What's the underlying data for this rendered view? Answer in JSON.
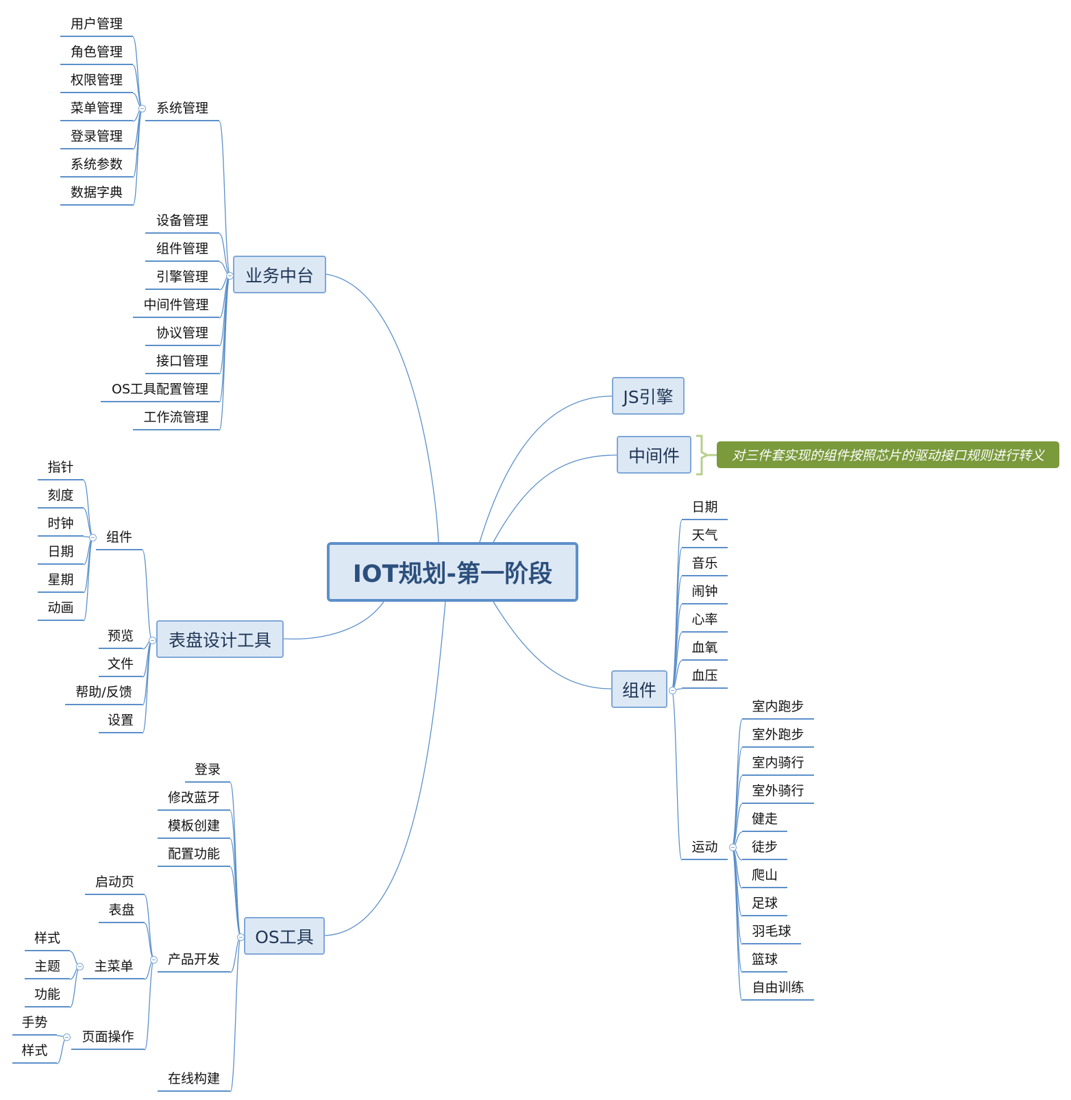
{
  "central_topic": "IOT规划-第一阶段",
  "branches": {
    "business": {
      "label": "业务中台",
      "system": {
        "label": "系统管理",
        "children": [
          "用户管理",
          "角色管理",
          "权限管理",
          "菜单管理",
          "登录管理",
          "系统参数",
          "数据字典"
        ]
      },
      "children": [
        "设备管理",
        "组件管理",
        "引擎管理",
        "中间件管理",
        "协议管理",
        "接口管理",
        "OS工具配置管理",
        "工作流管理"
      ]
    },
    "watchface": {
      "label": "表盘设计工具",
      "components": {
        "label": "组件",
        "children": [
          "指针",
          "刻度",
          "时钟",
          "日期",
          "星期",
          "动画"
        ]
      },
      "children": [
        "预览",
        "文件",
        "帮助/反馈",
        "设置"
      ]
    },
    "os_tools": {
      "label": "OS工具",
      "children": [
        "登录",
        "修改蓝牙",
        "模板创建",
        "配置功能",
        "在线构建"
      ],
      "product_dev": {
        "label": "产品开发",
        "children": [
          "启动页",
          "表盘"
        ],
        "main_menu": {
          "label": "主菜单",
          "children": [
            "样式",
            "主题",
            "功能"
          ]
        },
        "page_ops": {
          "label": "页面操作",
          "children": [
            "手势",
            "样式"
          ]
        }
      }
    },
    "js_engine": {
      "label": "JS引擎"
    },
    "middleware": {
      "label": "中间件",
      "note": "对三件套实现的组件按照芯片的驱动接口规则进行转义"
    },
    "components": {
      "label": "组件",
      "children": [
        "日期",
        "天气",
        "音乐",
        "闹钟",
        "心率",
        "血氧",
        "血压"
      ],
      "sports": {
        "label": "运动",
        "children": [
          "室内跑步",
          "室外跑步",
          "室内骑行",
          "室外骑行",
          "健走",
          "徒步",
          "爬山",
          "足球",
          "羽毛球",
          "篮球",
          "自由训练"
        ]
      }
    }
  },
  "colors": {
    "line": "#5b8fc9",
    "topic_fill": "#dde8f5",
    "topic_border": "#7da6d6",
    "central_text": "#2c4f7c",
    "note_fill": "#7a9a3c",
    "bracket": "#b9cf8c"
  }
}
